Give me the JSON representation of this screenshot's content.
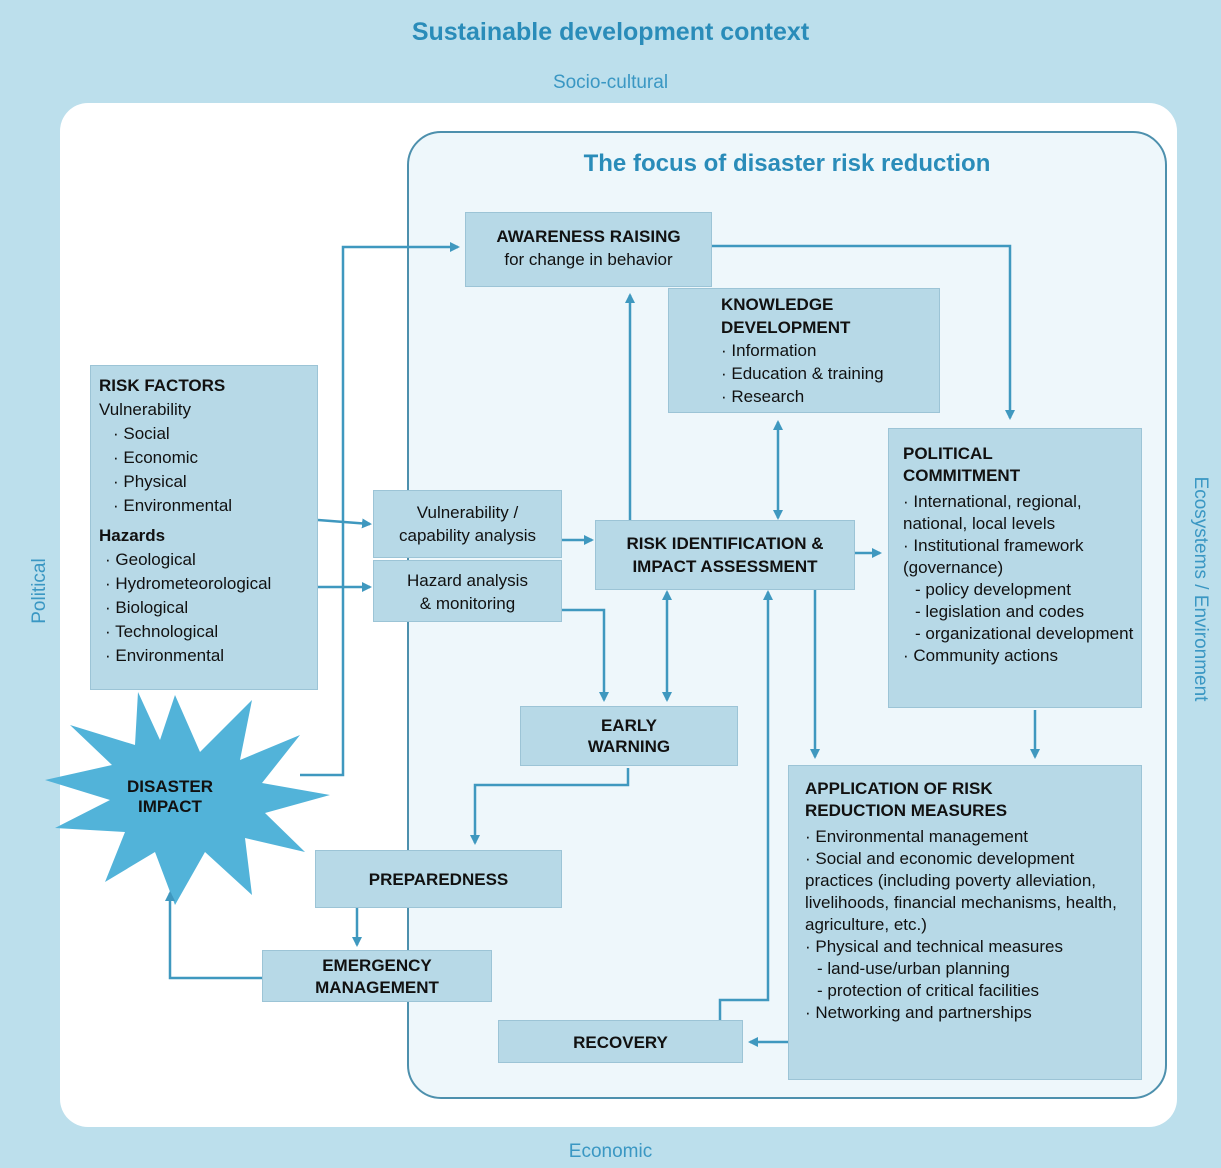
{
  "context": {
    "title": "Sustainable development context",
    "top": "Socio-cultural",
    "left": "Political",
    "right": "Ecosystems / Environment",
    "bottom": "Economic"
  },
  "focus_title": "The focus of disaster risk reduction",
  "awareness": {
    "title": "AWARENESS RAISING",
    "subtitle": "for change in behavior"
  },
  "knowledge": {
    "title_line1": "KNOWLEDGE",
    "title_line2": "DEVELOPMENT",
    "items": [
      "Information",
      "Education & training",
      "Research"
    ]
  },
  "risk_factors": {
    "title": "RISK FACTORS",
    "vuln_heading": "Vulnerability",
    "vuln_items": [
      "Social",
      "Economic",
      "Physical",
      "Environmental"
    ],
    "hazards_heading": "Hazards",
    "hazard_items": [
      "Geological",
      "Hydrometeorological",
      "Biological",
      "Technological",
      "Environmental"
    ]
  },
  "vuln_analysis": {
    "line1": "Vulnerability /",
    "line2": "capability analysis"
  },
  "hazard_analysis": {
    "line1": "Hazard analysis",
    "line2": "& monitoring"
  },
  "risk_id": {
    "line1": "RISK IDENTIFICATION &",
    "line2": "IMPACT ASSESSMENT"
  },
  "political": {
    "title_line1": "POLITICAL",
    "title_line2": "COMMITMENT",
    "item1": "International, regional, national, local levels",
    "item2": "Institutional framework (governance)",
    "sub_items": [
      "policy development",
      "legislation and codes",
      "organizational development"
    ],
    "item3": "Community actions"
  },
  "early_warning": {
    "line1": "EARLY",
    "line2": "WARNING"
  },
  "disaster": {
    "line1": "DISASTER",
    "line2": "IMPACT"
  },
  "preparedness": "PREPAREDNESS",
  "emergency": {
    "line1": "EMERGENCY",
    "line2": "MANAGEMENT"
  },
  "recovery": "RECOVERY",
  "application": {
    "title_line1": "APPLICATION OF RISK",
    "title_line2": "REDUCTION MEASURES",
    "item1": "Environmental management",
    "item2": "Social and economic development practices (including poverty alleviation, livelihoods, financial mechanisms, health, agriculture, etc.)",
    "item3": "Physical and technical measures",
    "sub_items": [
      "land-use/urban planning",
      "protection of critical facilities"
    ],
    "item4": "Networking and partnerships"
  },
  "colors": {
    "box_fill": "#b7d9e7",
    "arrow": "#3f98bf",
    "title": "#2a8cb9",
    "background": "#bcdfec"
  }
}
